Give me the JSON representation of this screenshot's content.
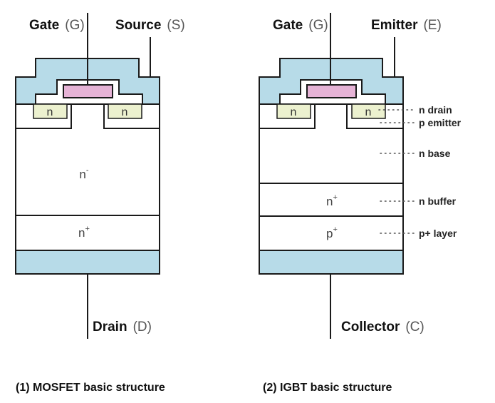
{
  "colors": {
    "oxide": "#b7dbe8",
    "gate": "#e6b3d6",
    "n_region": "#ecf1cf",
    "contact": "#b7dbe8",
    "outline": "#1a1a1a"
  },
  "mosfet": {
    "gate": {
      "name": "Gate",
      "sym": "(G)"
    },
    "source": {
      "name": "Source",
      "sym": "(S)"
    },
    "drain": {
      "name": "Drain",
      "sym": "(D)"
    },
    "n_left": "n",
    "n_right": "n",
    "drift_base": "n",
    "drift_sup": "-",
    "substrate_base": "n",
    "substrate_sup": "+",
    "caption": "(1) MOSFET basic structure"
  },
  "igbt": {
    "gate": {
      "name": "Gate",
      "sym": "(G)"
    },
    "emitter": {
      "name": "Emitter",
      "sym": "(E)"
    },
    "collector": {
      "name": "Collector",
      "sym": "(C)"
    },
    "n_left": "n",
    "n_right": "n",
    "buffer_base": "n",
    "buffer_sup": "+",
    "player_base": "p",
    "player_sup": "+",
    "annotations": [
      "n drain",
      "p emitter",
      "n base",
      "n buffer",
      "p+ layer"
    ],
    "caption": "(2) IGBT basic structure"
  }
}
